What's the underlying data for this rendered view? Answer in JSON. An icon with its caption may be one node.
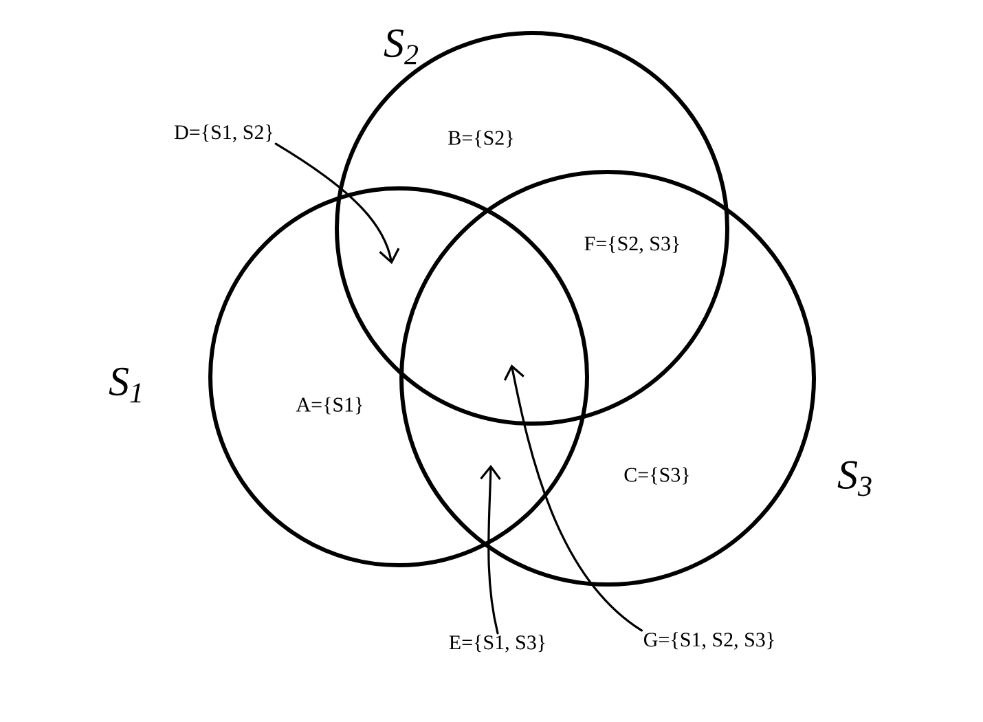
{
  "diagram": {
    "nodes": [
      {
        "text": [],
        "shape": "circle",
        "beside": [
          "S$_{1}$"
        ]
      },
      {
        "text": [],
        "shape": "circle",
        "beside": [
          "S$_{2}$"
        ]
      },
      {
        "text": [],
        "shape": "circle",
        "beside": [
          "S$_{3}$"
        ]
      },
      {
        "text": [
          "D={S1, S2}"
        ]
      },
      {
        "text": [
          "E={S1, S3}"
        ]
      },
      {
        "text": [
          "G={S1, S2, S3}"
        ]
      }
    ],
    "edges": [
      {
        "from": 3,
        "to": 0,
        "arrow": "to"
      },
      {
        "from": 4,
        "to": 0,
        "arrow": "to"
      },
      {
        "from": 5,
        "to": 0,
        "arrow": "to"
      }
    ],
    "labels": [
      "B={S2}",
      "F={S2, S3}",
      "A={S1}",
      "C={S3}"
    ]
  }
}
